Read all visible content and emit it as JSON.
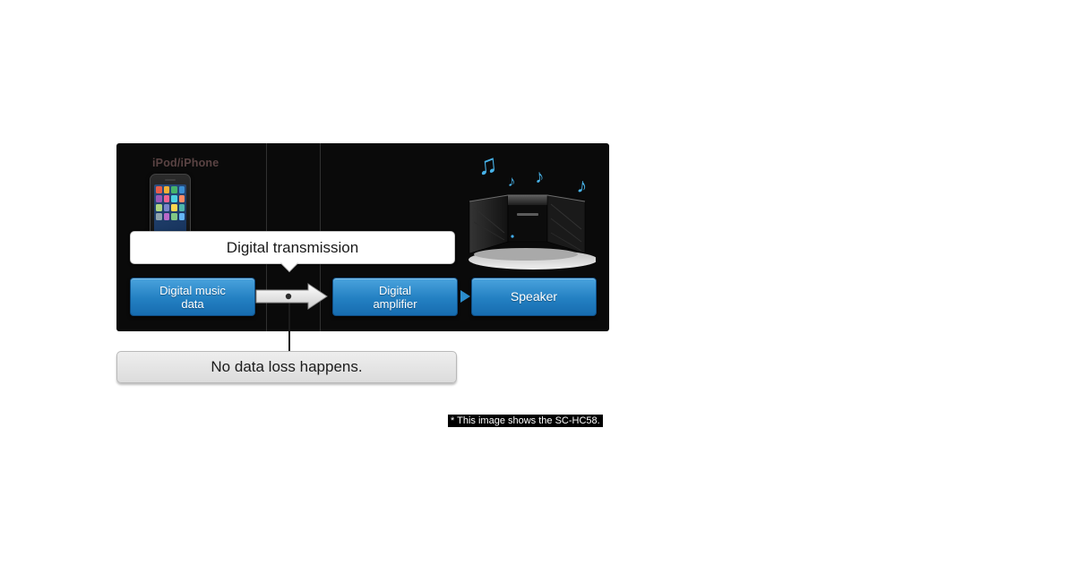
{
  "diagram": {
    "device_label": "iPod/iPhone",
    "transmission_label": "Digital transmission",
    "source_line1": "Digital music",
    "source_line2": "data",
    "amp_line1": "Digital",
    "amp_line2": "amplifier",
    "speaker_label": "Speaker",
    "result_label": "No data loss happens.",
    "footnote": "* This image shows the SC-HC58.",
    "notes": [
      "♫",
      "♪",
      "♪",
      "♪"
    ],
    "colors": {
      "panel": "#0a0a0a",
      "flow_box_blue_top": "#4aa3dd",
      "flow_box_blue_bottom": "#176cb0",
      "music_note_blue": "#47b2e8",
      "result_bg": "#e4e4e4",
      "footnote_bg": "#000000",
      "callout_bg": "#ffffff"
    }
  }
}
